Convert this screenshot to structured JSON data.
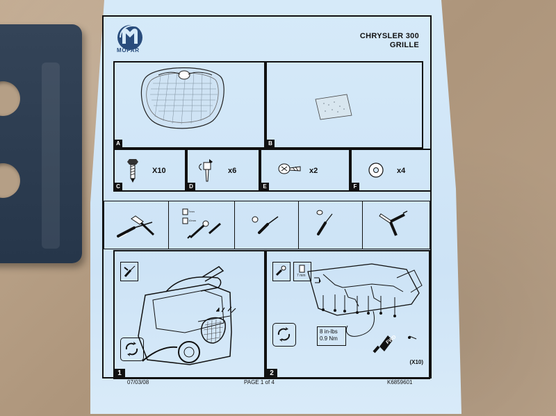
{
  "header": {
    "brand": "MOPAR",
    "title": "CHRYSLER 300",
    "subtitle": "GRILLE"
  },
  "panels": {
    "a": {
      "label": "A"
    },
    "b": {
      "label": "B"
    }
  },
  "parts": [
    {
      "label": "C",
      "qty": "X10",
      "icon": "bolt-icon"
    },
    {
      "label": "D",
      "qty": "x6",
      "icon": "rivet-icon"
    },
    {
      "label": "E",
      "qty": "x2",
      "icon": "screw-icon"
    },
    {
      "label": "F",
      "qty": "x4",
      "icon": "washer-icon"
    }
  ],
  "tools": {
    "labels": [
      "7mm",
      "10mm"
    ],
    "icons": [
      "screwdriver-hammer-icon",
      "socket-wrench-icon",
      "screwdriver-icon",
      "awl-icon",
      "panel-removal-tool-icon"
    ]
  },
  "steps": [
    {
      "number": "1"
    },
    {
      "number": "2",
      "socket_size": "7 mm",
      "torque_line_1": "8 in-lbs",
      "torque_line_2": "0.9 Nm",
      "direction": "FWD",
      "fastener_count": "(X10)"
    }
  ],
  "footer": {
    "date": "07/03/08",
    "page": "PAGE 1 of 4",
    "part_number": "K6859601"
  },
  "colors": {
    "background": "#b59f86",
    "paper": "#d6eaf9",
    "ink": "#111111",
    "logo_blue": "#294c7c"
  }
}
